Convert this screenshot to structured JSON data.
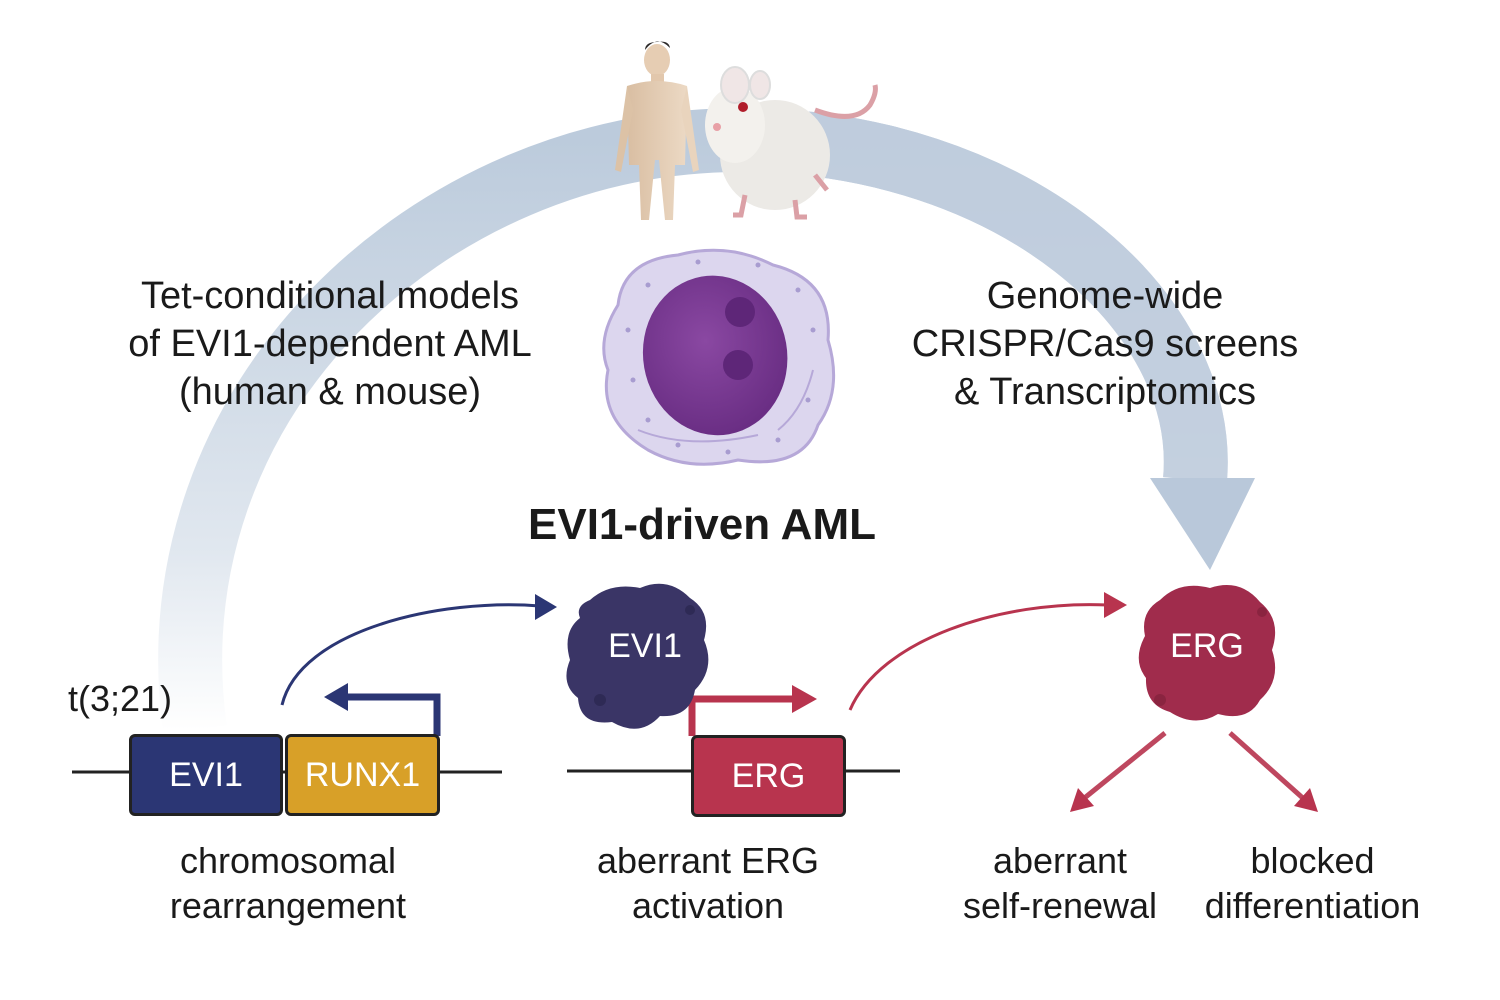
{
  "labels": {
    "left_cycle_line1": "Tet-conditional models",
    "left_cycle_line2": "of EVI1-dependent AML",
    "left_cycle_line3": "(human & mouse)",
    "right_cycle_line1": "Genome-wide",
    "right_cycle_line2": "CRISPR/Cas9 screens",
    "right_cycle_line3": "& Transcriptomics",
    "center_title": "EVI1-driven AML",
    "translocation": "t(3;21)",
    "evi1_gene": "EVI1",
    "runx1_gene": "RUNX1",
    "erg_gene": "ERG",
    "evi1_protein": "EVI1",
    "erg_protein": "ERG",
    "step1_line1": "chromosomal",
    "step1_line2": "rearrangement",
    "step2_line1": "aberrant ERG",
    "step2_line2": "activation",
    "outcome1_line1": "aberrant",
    "outcome1_line2": "self-renewal",
    "outcome2_line1": "blocked",
    "outcome2_line2": "differentiation"
  },
  "colors": {
    "cycle_arrow": "#bccbdc",
    "evi1_navy": "#2b3674",
    "runx1_gold": "#d8a028",
    "erg_red": "#b8344e",
    "evi1_protein": "#3a3566",
    "erg_protein": "#a02c4c",
    "cell_cytoplasm": "#dcd6ee",
    "cell_nucleus": "#7a3c92"
  },
  "icons": [
    "human-figure-icon",
    "mouse-icon",
    "aml-cell-icon",
    "evi1-protein-icon",
    "erg-protein-icon"
  ]
}
